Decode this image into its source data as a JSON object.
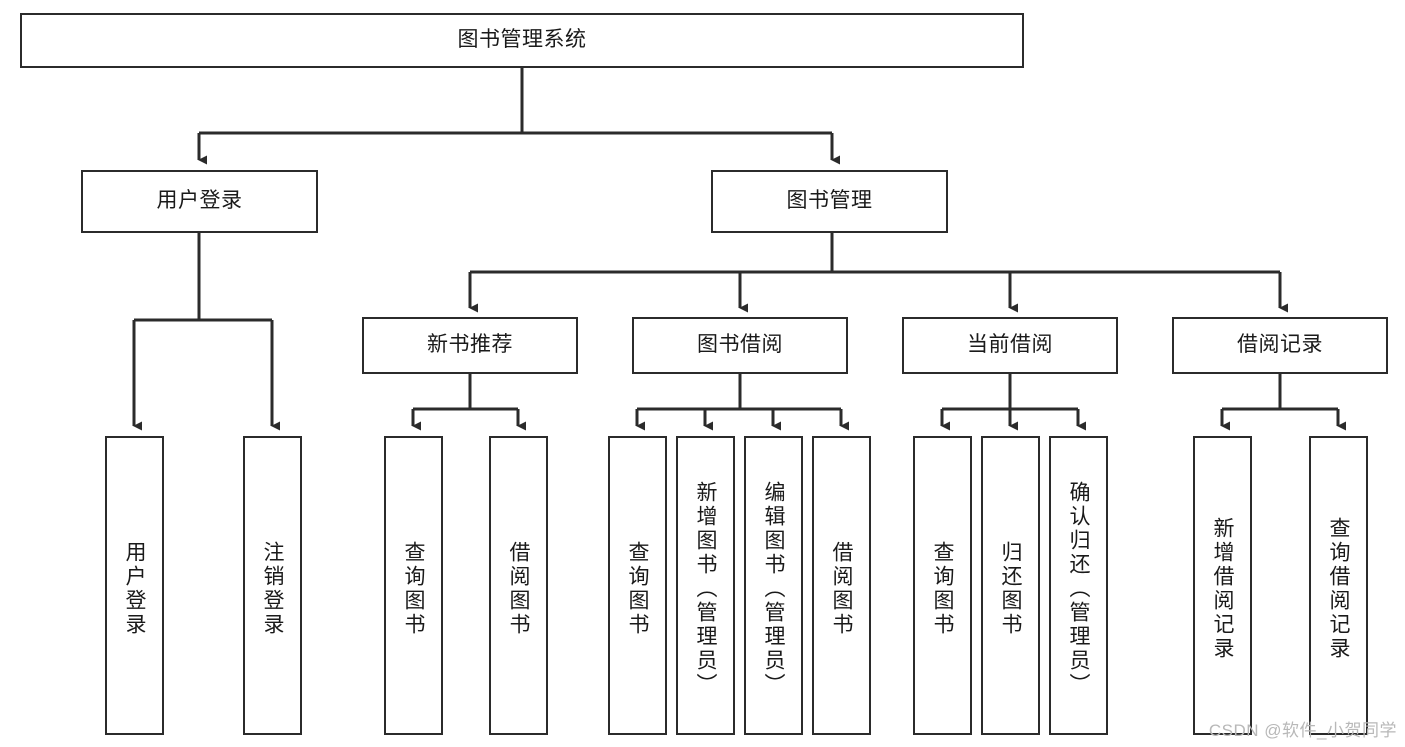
{
  "diagram": {
    "type": "tree-hierarchy-chart",
    "title": "图书管理系统",
    "root": {
      "label": "图书管理系统"
    },
    "level1": [
      {
        "label": "用户登录"
      },
      {
        "label": "图书管理"
      }
    ],
    "level2": [
      {
        "label": "新书推荐"
      },
      {
        "label": "图书借阅"
      },
      {
        "label": "当前借阅"
      },
      {
        "label": "借阅记录"
      }
    ],
    "leaves": {
      "user_login": [
        {
          "label": "用户登录"
        },
        {
          "label": "注销登录"
        }
      ],
      "new_book_recommend": [
        {
          "label": "查询图书"
        },
        {
          "label": "借阅图书"
        }
      ],
      "book_borrow": [
        {
          "label": "查询图书"
        },
        {
          "label": "新增图书（管理员）"
        },
        {
          "label": "编辑图书（管理员）"
        },
        {
          "label": "借阅图书"
        }
      ],
      "current_borrow": [
        {
          "label": "查询图书"
        },
        {
          "label": "归还图书"
        },
        {
          "label": "确认归还（管理员）"
        }
      ],
      "borrow_record": [
        {
          "label": "新增借阅记录"
        },
        {
          "label": "查询借阅记录"
        }
      ]
    },
    "watermark": "CSDN @软件_小贺同学",
    "colors": {
      "stroke": "#2b2b2b",
      "fill": "#ffffff",
      "text": "#1a1a1a",
      "watermark": "#b8b8b8"
    }
  }
}
